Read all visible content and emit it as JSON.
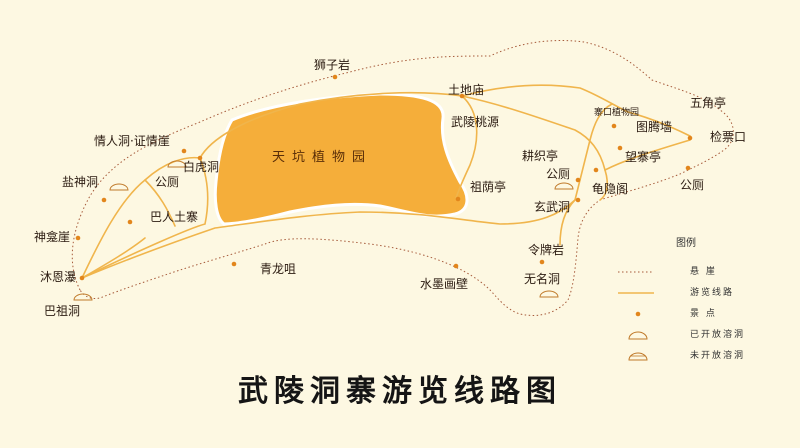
{
  "title": "武陵洞寨游览线路图",
  "lake_label": "天坑植物园",
  "spots": {
    "shizi": "狮子岩",
    "tudimiao": "土地庙",
    "wulingtaoyuan": "武陵桃源",
    "qingren": "情人洞·证情崖",
    "baihu": "白虎洞",
    "yanshen": "盐神洞",
    "gongce_left": "公厕",
    "baren": "巴人土寨",
    "shenkan": "神龛崖",
    "muen": "沐恩瀑",
    "bazu": "巴祖洞",
    "qinglong": "青龙咀",
    "shuimo": "水墨画壁",
    "wuming": "无名洞",
    "lingpai": "令牌岩",
    "xuanwu": "玄武洞",
    "zuyin": "祖荫亭",
    "gengzhi": "耕织亭",
    "gongce_mid": "公厕",
    "guiyin": "龟隐阁",
    "zhaikou": "寨口植物园",
    "tuteng": "图腾墙",
    "wangzhai": "望寨亭",
    "wujiao": "五角亭",
    "jianpiao": "检票口",
    "gongce_right": "公厕"
  },
  "legend": {
    "title": "图例",
    "items": [
      {
        "label": "悬 崖",
        "symbol": "cliff"
      },
      {
        "label": "游览线路",
        "symbol": "route"
      },
      {
        "label": "景 点",
        "symbol": "spot"
      },
      {
        "label": "已开放溶洞",
        "symbol": "cave-open"
      },
      {
        "label": "未开放溶洞",
        "symbol": "cave-closed"
      }
    ]
  },
  "colors": {
    "background": "#fdf8e2",
    "lake": "#f5ae3a",
    "route": "#f0b54c",
    "spot": "#e2861c",
    "cliff": "#a65a3a"
  }
}
